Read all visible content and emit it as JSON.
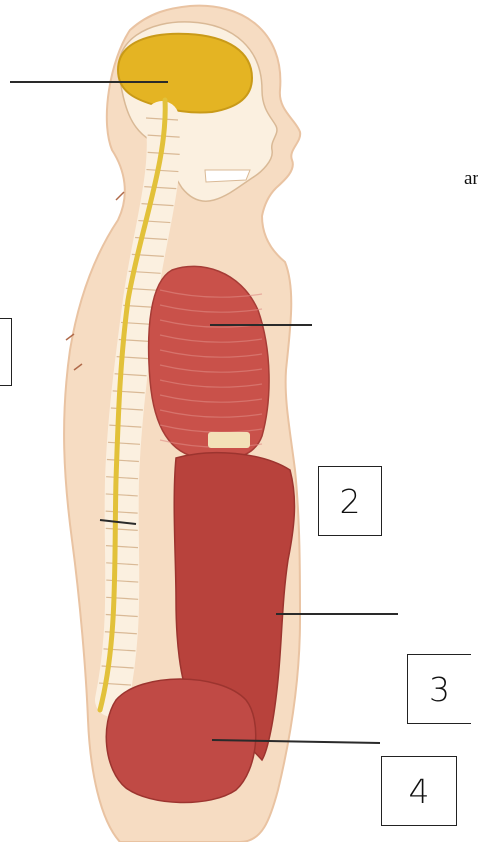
{
  "diagram": {
    "subject": "human-body-side-view",
    "palette": {
      "skin": "#f6dcc2",
      "skin_shadow": "#e9c3a2",
      "bone": "#fbf0e0",
      "bone_line": "#d9b996",
      "nerve": "#e2c13a",
      "brain": "#e4b423",
      "lung": "#c9514a",
      "lung_stripe": "#e08b84",
      "liver": "#b8423c",
      "bladder": "#c04a45",
      "leader": "#2a2a2a"
    },
    "labels": [
      {
        "id": "box-2",
        "text": "2"
      },
      {
        "id": "box-3",
        "text": "3"
      },
      {
        "id": "box-4",
        "text": "4"
      }
    ],
    "cropped_edge_text": "ar"
  }
}
